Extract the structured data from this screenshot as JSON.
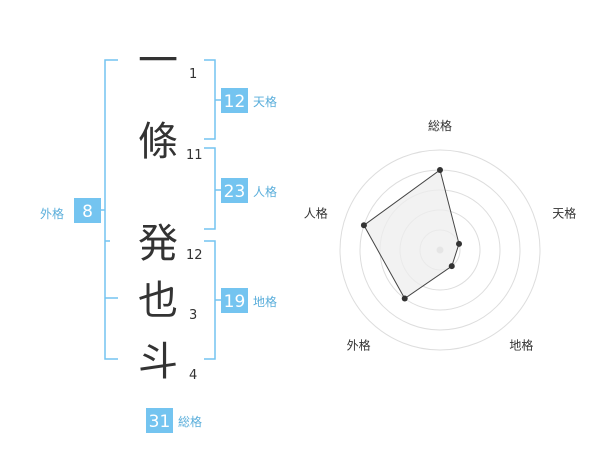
{
  "name": {
    "characters": [
      {
        "char": "一",
        "strokes": "1"
      },
      {
        "char": "條",
        "strokes": "11"
      },
      {
        "char": "発",
        "strokes": "12"
      },
      {
        "char": "也",
        "strokes": "3"
      },
      {
        "char": "斗",
        "strokes": "4"
      }
    ]
  },
  "fortunes": {
    "tenkaku": {
      "value": "12",
      "label": "天格"
    },
    "jinkaku": {
      "value": "23",
      "label": "人格"
    },
    "chikaku": {
      "value": "19",
      "label": "地格"
    },
    "gaikaku": {
      "value": "8",
      "label": "外格"
    },
    "soukaku": {
      "value": "31",
      "label": "総格"
    }
  },
  "chart_data": {
    "type": "radar",
    "axes": [
      "総格",
      "天格",
      "地格",
      "外格",
      "人格"
    ],
    "values": [
      4,
      1,
      1,
      3,
      4
    ],
    "max": 5,
    "rings": 5
  },
  "colors": {
    "accent": "#74c4f0",
    "bracket": "#74c4f0",
    "label": "#5aaedb",
    "grid": "#dddddd",
    "polygon_fill": "#eeeeee",
    "polygon_stroke": "#444444",
    "point": "#333333",
    "center_dot": "#cccccc"
  }
}
